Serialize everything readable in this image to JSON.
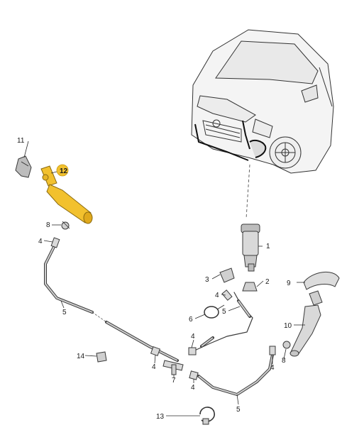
{
  "callouts": [
    {
      "id": "c1",
      "text": "1"
    },
    {
      "id": "c2",
      "text": "2"
    },
    {
      "id": "c3",
      "text": "3"
    },
    {
      "id": "c4a",
      "text": "4"
    },
    {
      "id": "c4b",
      "text": "4"
    },
    {
      "id": "c4c",
      "text": "4"
    },
    {
      "id": "c4d",
      "text": "4"
    },
    {
      "id": "c4e",
      "text": "4"
    },
    {
      "id": "c4f",
      "text": "4"
    },
    {
      "id": "c5a",
      "text": "5"
    },
    {
      "id": "c5b",
      "text": "5"
    },
    {
      "id": "c5c",
      "text": "5"
    },
    {
      "id": "c6",
      "text": "6"
    },
    {
      "id": "c7",
      "text": "7"
    },
    {
      "id": "c8a",
      "text": "8"
    },
    {
      "id": "c8b",
      "text": "8"
    },
    {
      "id": "c9",
      "text": "9"
    },
    {
      "id": "c10",
      "text": "10"
    },
    {
      "id": "c11",
      "text": "11"
    },
    {
      "id": "c12",
      "text": "12"
    },
    {
      "id": "c13",
      "text": "13"
    },
    {
      "id": "c14",
      "text": "14"
    }
  ],
  "colors": {
    "highlight": "#f2c12e",
    "part_fill": "#d9d9d9",
    "hose": "#8a8a8a",
    "line": "#2a2a2a"
  }
}
